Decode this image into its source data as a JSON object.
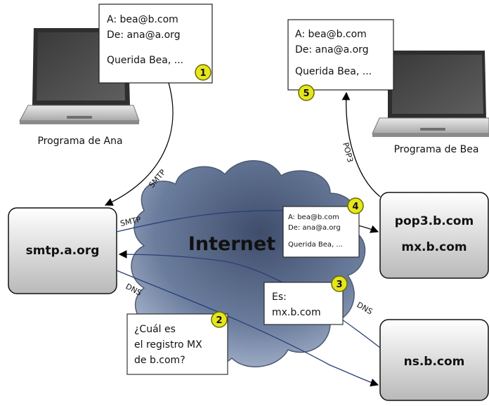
{
  "laptops": {
    "ana_label": "Programa de Ana",
    "bea_label": "Programa de Bea"
  },
  "servers": {
    "smtp": "smtp.a.org",
    "pop3": "pop3.b.com",
    "mx": "mx.b.com",
    "ns": "ns.b.com"
  },
  "cloud": {
    "label": "Internet"
  },
  "mail_ana": {
    "to": "A: bea@b.com",
    "from": "De: ana@a.org",
    "body": "Querida Bea, ..."
  },
  "mail_bea": {
    "to": "A: bea@b.com",
    "from": "De: ana@a.org",
    "body": "Querida Bea, ..."
  },
  "mail_transit": {
    "to": "A: bea@b.com",
    "from": "De: ana@a.org",
    "body": "Querida Bea, ..."
  },
  "question": {
    "line1": "¿Cuál es",
    "line2": "el registro MX",
    "line3": "de b.com?"
  },
  "answer": {
    "line1": "Es:",
    "line2": "mx.b.com"
  },
  "protocols": {
    "smtp1": "SMTP",
    "smtp2": "SMTP",
    "pop3": "POP3",
    "dns1": "DNS",
    "dns2": "DNS"
  },
  "steps": {
    "s1": "1",
    "s2": "2",
    "s3": "3",
    "s4": "4",
    "s5": "5"
  },
  "colors": {
    "badge": "#e6e61e",
    "badge_stroke": "#7a7a00",
    "cloud_dark": "#4a5a78",
    "cloud_light": "#8a9bb8",
    "server_top": "#ffffff",
    "server_bottom": "#bcbcbc"
  }
}
